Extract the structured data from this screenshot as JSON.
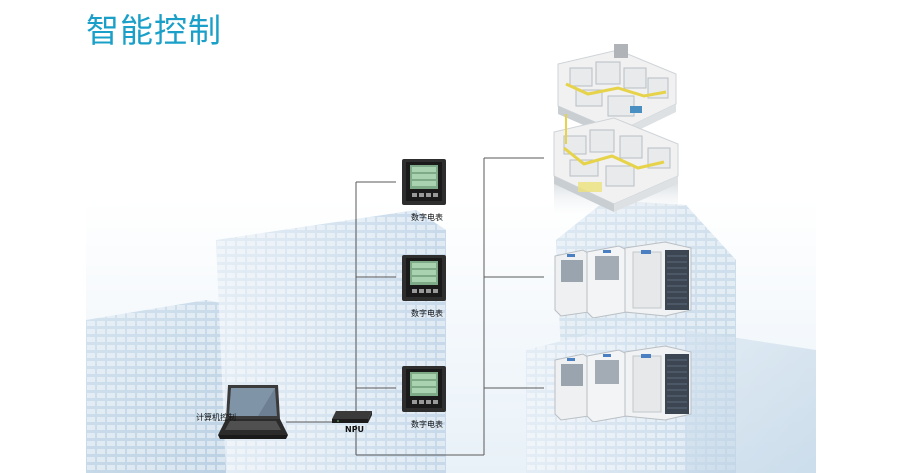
{
  "title": "智能控制",
  "labels": {
    "computer": "计算机控制",
    "npu": "NPU",
    "meter1": "数字电表",
    "meter2": "数字电表",
    "meter3": "数字电表"
  },
  "icons": {
    "laptop": "laptop-icon",
    "npu": "npu-device-icon",
    "meter": "digital-meter-icon",
    "building": "building-floorplan-icon",
    "ac": "ac-outdoor-unit-icon"
  },
  "colors": {
    "title": "#1aa0c8",
    "line": "#5a5a5a"
  }
}
